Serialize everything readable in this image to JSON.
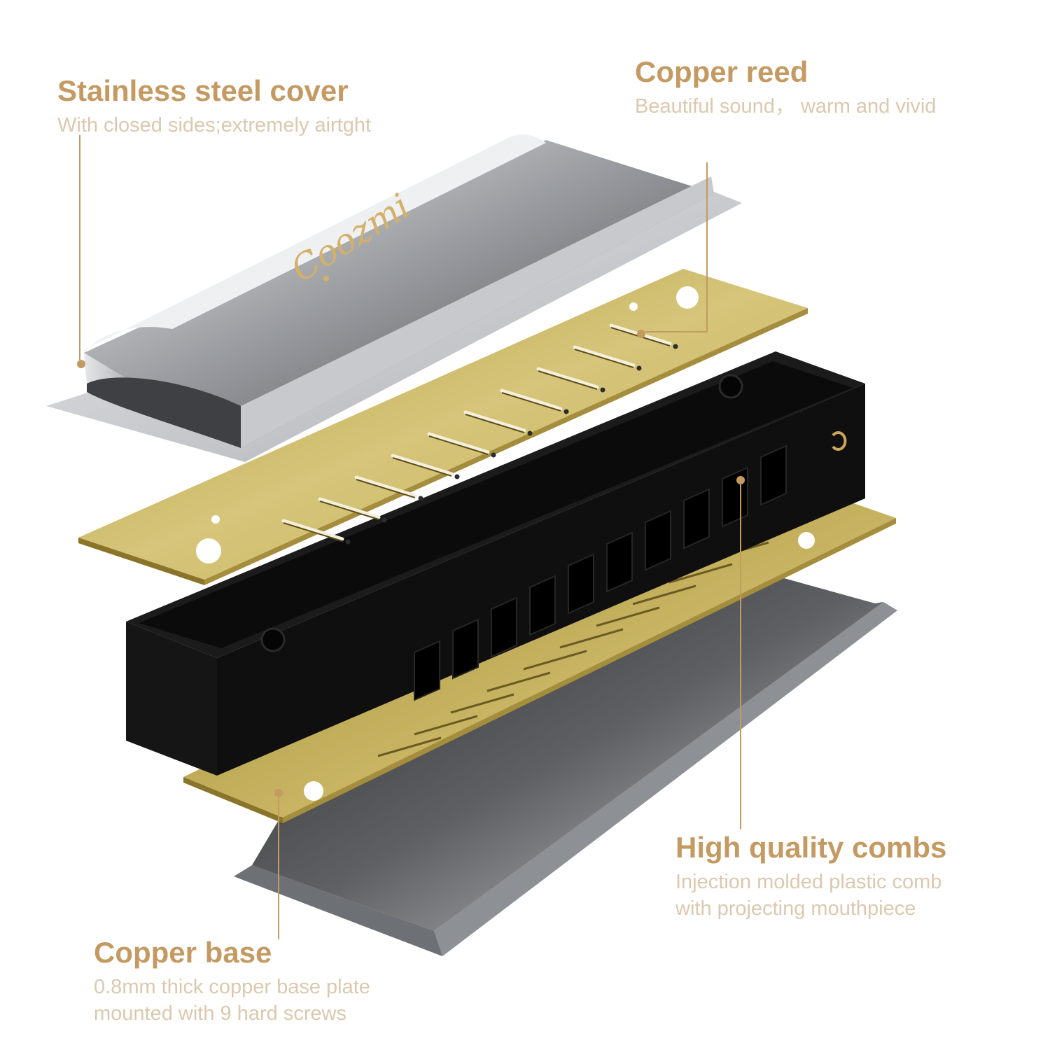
{
  "callouts": {
    "cover": {
      "title": "Stainless steel cover",
      "desc": [
        "With closed sides;extremely airtght"
      ]
    },
    "reed": {
      "title": "Copper reed",
      "desc": [
        "Beautiful sound，  warm and vivid"
      ]
    },
    "combs": {
      "title": "High quality combs",
      "desc": [
        "Injection molded plastic comb",
        "with projecting mouthpiece"
      ]
    },
    "base": {
      "title": "Copper base",
      "desc": [
        "0.8mm thick copper base plate",
        "mounted with 9 hard screws"
      ]
    }
  },
  "logo": {
    "text": "Coozmi"
  },
  "colors": {
    "accent": "#c49a62",
    "desc_text": "#dcc8ae",
    "brass": "#c9b45e",
    "comb": "#121212",
    "steel": "#b9bcc0"
  }
}
